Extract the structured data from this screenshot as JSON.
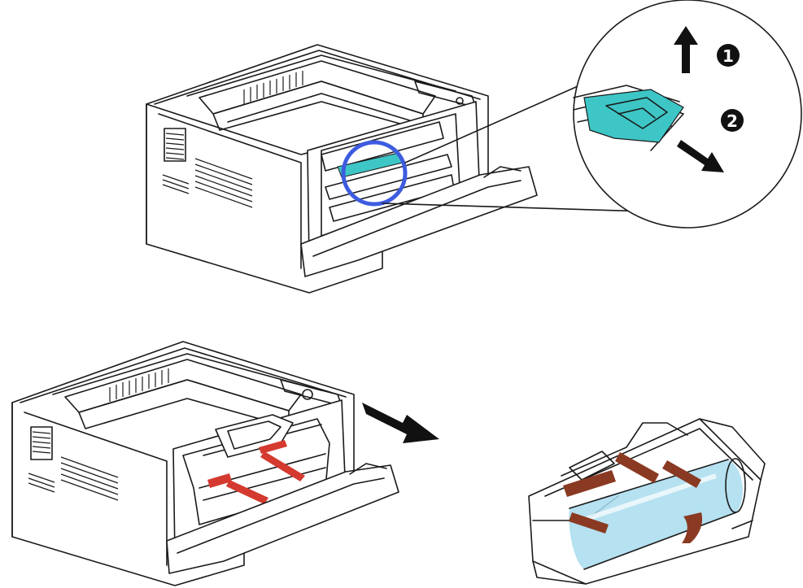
{
  "colors": {
    "outline": "#1a1a1a",
    "highlight_circle": "#3d5ce0",
    "lever_teal": "#3ec6c6",
    "tape_red": "#d43a2f",
    "tape_brown": "#8a3a22",
    "drum_blue": "#a8dcef"
  },
  "icons": {
    "step1": "arrow-up-icon",
    "step2": "arrow-down-right-icon",
    "remove": "arrow-right-down-icon"
  },
  "steps": [
    {
      "number": "❶",
      "direction": "up"
    },
    {
      "number": "❷",
      "direction": "down-right"
    }
  ]
}
